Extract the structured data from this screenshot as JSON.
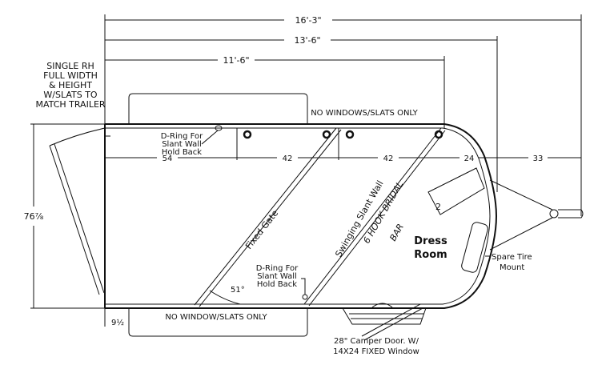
{
  "dimensions": {
    "overall": "16'-3\"",
    "mid": "13'-6\"",
    "body": "11'-6\"",
    "width": "76⅞",
    "seg1": "54",
    "seg2": "42",
    "seg3": "42",
    "seg4": "24",
    "seg5": "33",
    "offset": "9½",
    "angle": "51°"
  },
  "notes": {
    "rear_door": [
      "SINGLE RH",
      "FULL WIDTH",
      "& HEIGHT",
      "W/SLATS TO",
      "MATCH TRAILER"
    ],
    "top_side": "NO WINDOWS/SLATS ONLY",
    "bottom_side": "NO WINDOW/SLATS ONLY",
    "dring_top": [
      "D-Ring For",
      "Slant Wall",
      "Hold Back"
    ],
    "dring_bottom": [
      "D-Ring For",
      "Slant Wall",
      "Hold Back"
    ],
    "fixed_gate": "Fixed Gate",
    "slant_wall": "Swinging Slant Wall",
    "bridle_bar": [
      "6 HOOK BRIDAL",
      "BAR"
    ],
    "dress_room": [
      "Dress",
      "Room"
    ],
    "spare_tire": [
      "Spare Tire",
      "Mount"
    ],
    "camper_door": [
      "28\" Camper Door. W/",
      "14X24 FIXED Window"
    ],
    "saddle_rack": "2"
  }
}
